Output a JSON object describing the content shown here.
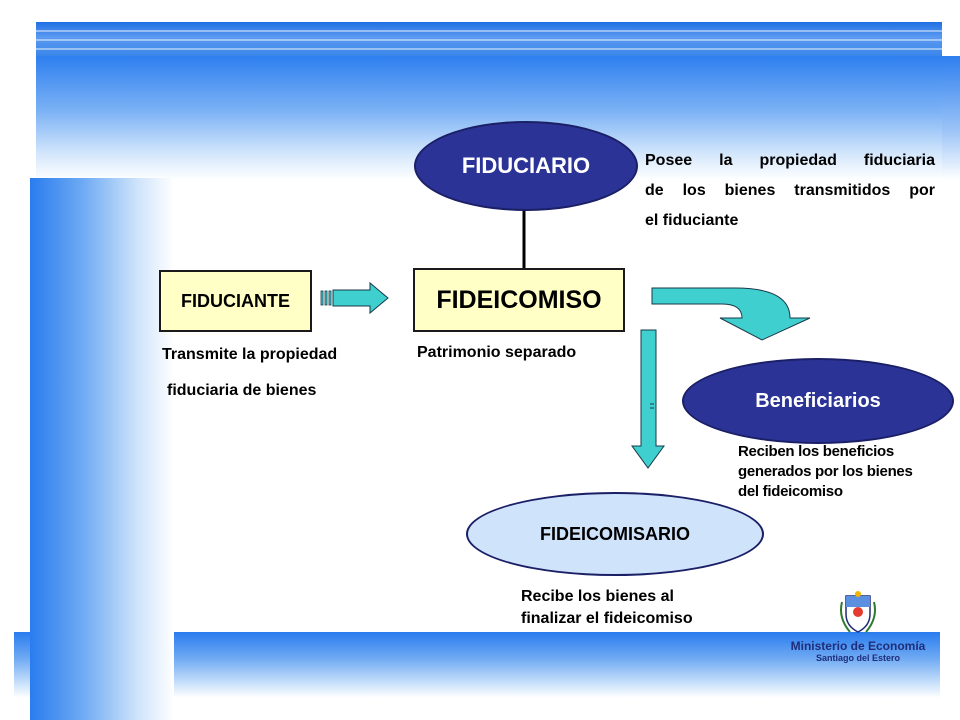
{
  "nodes": {
    "fiduciario": "FIDUCIARIO",
    "fiduciante": "FIDUCIANTE",
    "fideicomiso": "FIDEICOMISO",
    "beneficiarios": "Beneficiarios",
    "fideicomisario": "FIDEICOMISARIO"
  },
  "notes": {
    "fiduciario": [
      "Posee la propiedad fiduciaria",
      "de los bienes transmitidos por",
      "el fiduciante"
    ],
    "fiduciante": [
      "Transmite la propiedad",
      "fiduciaria de bienes"
    ],
    "fideicomiso": "Patrimonio separado",
    "beneficiarios": [
      "Reciben los beneficios",
      "generados por los bienes",
      "del fideicomiso"
    ],
    "fideicomisario": [
      "Recibe los bienes al",
      "finalizar el fideicomiso"
    ]
  },
  "footer": {
    "org": "Ministerio de Economía",
    "place": "Santiago del Estero"
  },
  "colors": {
    "node_dark": "#2b3496",
    "node_light": "#cfe3fb",
    "box_fill": "#ffffc6",
    "arrow": "#3fcfcf",
    "band": "#2a7cef"
  }
}
